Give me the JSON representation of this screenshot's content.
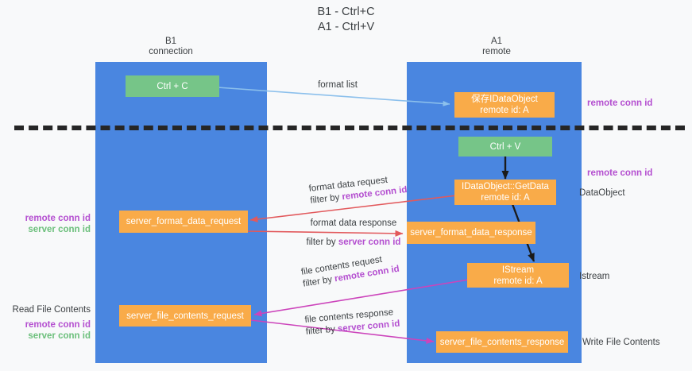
{
  "title": "B1 - Ctrl+C\nA1 - Ctrl+V",
  "columns": [
    {
      "name": "b1",
      "header": "B1\nconnection"
    },
    {
      "name": "a1",
      "header": "A1\nremote"
    }
  ],
  "nodes": {
    "ctrl_c": "Ctrl + C",
    "save_idataobject": "保存IDataObject\nremote id: A",
    "ctrl_v": "Ctrl + V",
    "idataobject_getdata": "IDataObject::GetData\nremote id: A",
    "server_format_data_request": "server_format_data_request",
    "server_format_data_response": "server_format_data_response",
    "istream": "IStream\nremote id: A",
    "server_file_contents_request": "server_file_contents_request",
    "server_file_contents_response": "server_file_contents_response"
  },
  "edge_labels": {
    "format_list": "format list",
    "format_data_request": "format data request",
    "format_data_request_filter_prefix": "filter by ",
    "format_data_request_filter_value": "remote conn id",
    "format_data_response": "format data response",
    "format_data_response_filter_prefix": "filter by ",
    "format_data_response_filter_value": "server conn id",
    "file_contents_request": "file contents request",
    "file_contents_request_filter_prefix": "filter by ",
    "file_contents_request_filter_value": "remote conn id",
    "file_contents_response": "file contents response",
    "file_contents_response_filter_prefix": "filter by ",
    "file_contents_response_filter_value": "server conn id"
  },
  "right_annotations": {
    "remote_conn_id_top": "remote conn id",
    "remote_conn_id_mid": "remote conn id",
    "dataobject": "DataObject",
    "istream": "Istream",
    "write_file_contents": "Write File Contents"
  },
  "left_annotations": {
    "remote_conn_id_mid": "remote conn id",
    "server_conn_id_mid": "server conn id",
    "read_file_contents": "Read File Contents",
    "remote_conn_id_bottom": "remote conn id",
    "server_conn_id_bottom": "server conn id"
  },
  "colors": {
    "lane": "#4a86e0",
    "node_orange": "#f9ab49",
    "node_green": "#76c588",
    "accent_purple": "#b44fd0",
    "accent_green": "#6bbf7b",
    "arrow_lightblue": "#8cc0ec",
    "arrow_red": "#e2595c",
    "arrow_magenta": "#cc44bb",
    "arrow_black": "#1b1b1b",
    "background": "#f8f9fa"
  }
}
